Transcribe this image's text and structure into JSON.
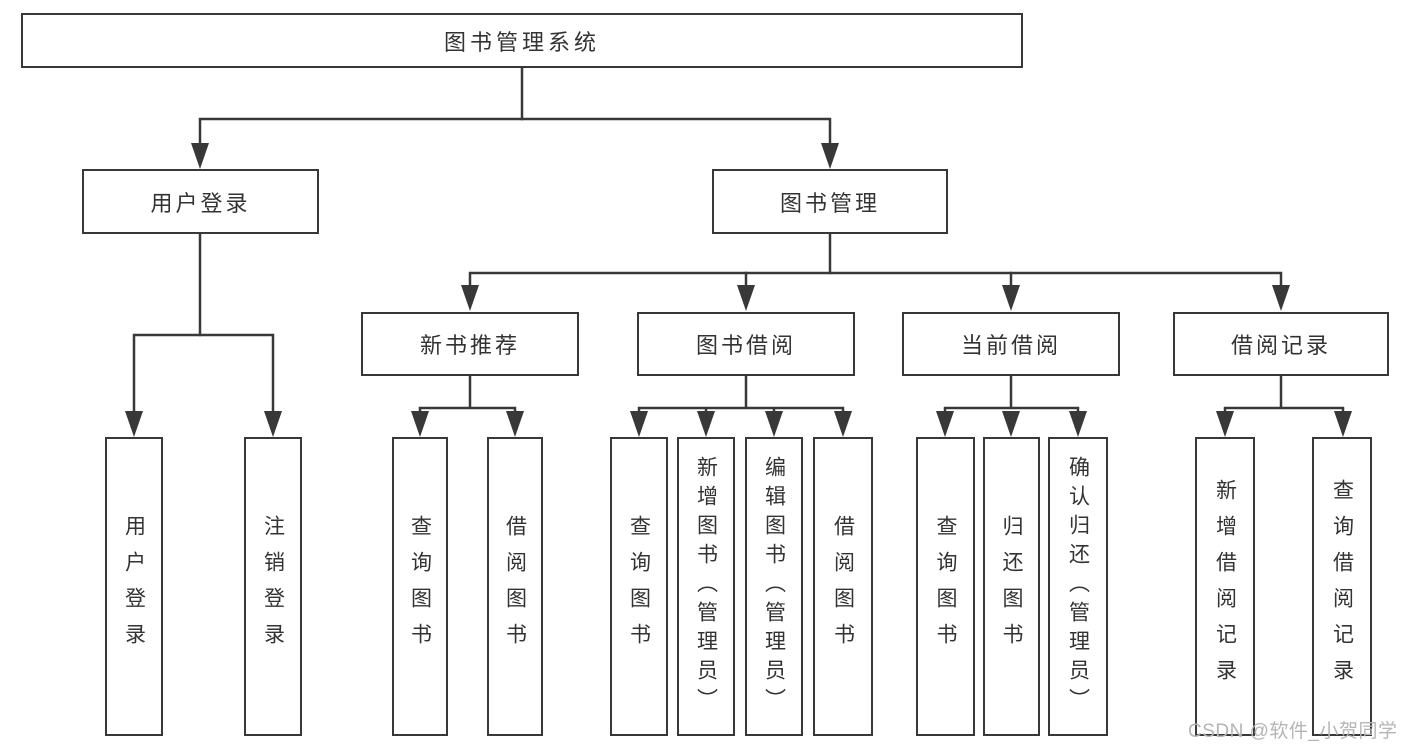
{
  "diagram": {
    "root": {
      "label": "图书管理系统",
      "children": [
        {
          "label": "用户登录",
          "children": [
            {
              "label": "用户登录"
            },
            {
              "label": "注销登录"
            }
          ]
        },
        {
          "label": "图书管理",
          "children": [
            {
              "label": "新书推荐",
              "children": [
                {
                  "label": "查询图书"
                },
                {
                  "label": "借阅图书"
                }
              ]
            },
            {
              "label": "图书借阅",
              "children": [
                {
                  "label": "查询图书"
                },
                {
                  "label": "新增图书（管理员）"
                },
                {
                  "label": "编辑图书（管理员）"
                },
                {
                  "label": "借阅图书"
                }
              ]
            },
            {
              "label": "当前借阅",
              "children": [
                {
                  "label": "查询图书"
                },
                {
                  "label": "归还图书"
                },
                {
                  "label": "确认归还（管理员）"
                }
              ]
            },
            {
              "label": "借阅记录",
              "children": [
                {
                  "label": "新增借阅记录"
                },
                {
                  "label": "查询借阅记录"
                }
              ]
            }
          ]
        }
      ]
    }
  },
  "watermark": {
    "text": "CSDN @软件_小贺同学"
  },
  "colors": {
    "line": "#383838",
    "text": "#333333",
    "box_background": "#ffffff",
    "watermark": "#b5b5b5"
  }
}
